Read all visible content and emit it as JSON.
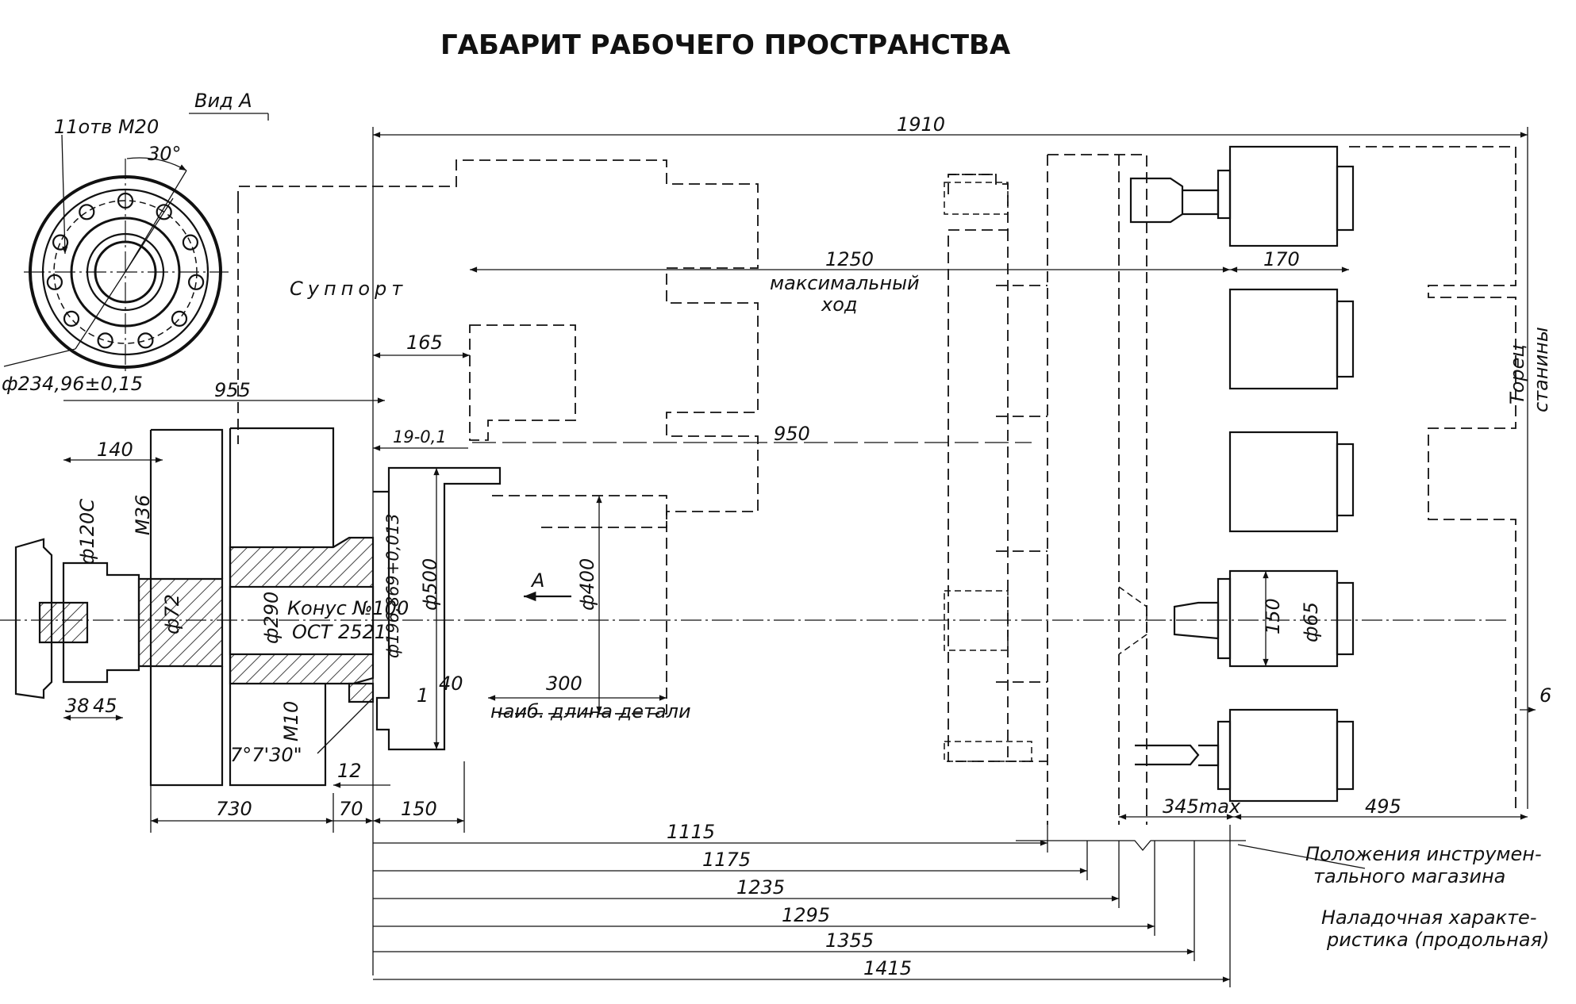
{
  "title": "ГАБАРИТ РАБОЧЕГО ПРОСТРАНСТВА",
  "view_a": "Вид A",
  "holes": "11отв М20",
  "angle_30": "30°",
  "dia_234": "ф234,96±0,15",
  "support": "Суппорт",
  "dims": {
    "d1910": "1910",
    "d1250": "1250",
    "max_travel_1": "максимальный",
    "max_travel_2": "ход",
    "d170": "170",
    "d165": "165",
    "d955": "955",
    "d140": "140",
    "d19": "19-0,1",
    "d950": "950",
    "d120": "ф120С",
    "m36": "М36",
    "d72": "ф72",
    "d290": "ф290",
    "cone1": "Конус №100",
    "cone2": "ОСТ 2521",
    "d196": "ф196,869+0,013",
    "d500": "ф500",
    "arrow_a": "A",
    "d400": "ф400",
    "d300": "300",
    "max_len": "наиб. длина детали",
    "d40": "40",
    "m10": "М10",
    "angle7": "7°7'30\"",
    "d38": "38",
    "d45": "45",
    "d12": "12",
    "d730": "730",
    "d70": "70",
    "d150": "150",
    "d150b": "150",
    "d65": "ф65",
    "d345": "345max",
    "d495": "495",
    "d6": "6",
    "d1115": "1115",
    "d1175": "1175",
    "d1235": "1235",
    "d1295": "1295",
    "d1355": "1355",
    "d1415": "1415",
    "one": "1"
  },
  "end_face_1": "Торец",
  "end_face_2": "станины",
  "magazine_1": "Положения инструмен-",
  "magazine_2": "тального магазина",
  "setup_1": "Наладочная характе-",
  "setup_2": "ристика (продольная)"
}
